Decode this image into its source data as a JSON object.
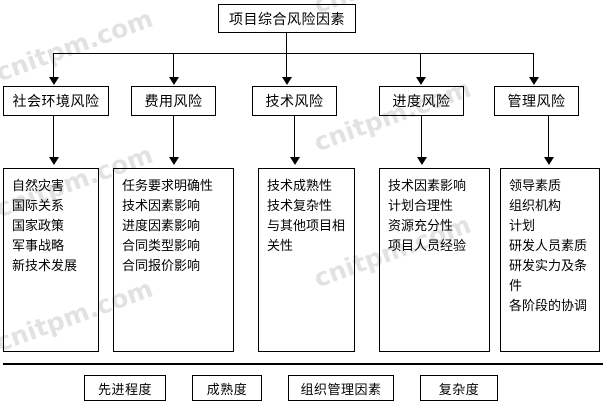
{
  "diagram": {
    "root": {
      "label": "项目综合风险因素"
    },
    "categories": [
      {
        "label": "社会环境风险"
      },
      {
        "label": "费用风险"
      },
      {
        "label": "技术风险"
      },
      {
        "label": "进度风险"
      },
      {
        "label": "管理风险"
      }
    ],
    "detail_groups": [
      {
        "parent": "社会环境风险",
        "items": [
          "自然灾害",
          "国际关系",
          "国家政策",
          "军事战略",
          "新技术发展"
        ]
      },
      {
        "parent": "费用风险",
        "items": [
          "任务要求明确性",
          "技术因素影响",
          "进度因素影响",
          "合同类型影响",
          "合同报价影响"
        ]
      },
      {
        "parent": "技术风险",
        "items": [
          "技术成熟性",
          "技术复杂性",
          "与其他项目相关性"
        ]
      },
      {
        "parent": "进度风险",
        "items": [
          "技术因素影响",
          "计划合理性",
          "资源充分性",
          "项目人员经验"
        ]
      },
      {
        "parent": "管理风险",
        "items": [
          "领导素质",
          "组织机构",
          "计划",
          "研发人员素质",
          "研发实力及条件",
          "各阶段的协调"
        ]
      }
    ],
    "footer_items": [
      {
        "label": "先进程度"
      },
      {
        "label": "成熟度"
      },
      {
        "label": "组织管理因素"
      },
      {
        "label": "复杂度"
      }
    ]
  },
  "watermark": {
    "text": "cnitpm.com",
    "color": "#000000"
  }
}
